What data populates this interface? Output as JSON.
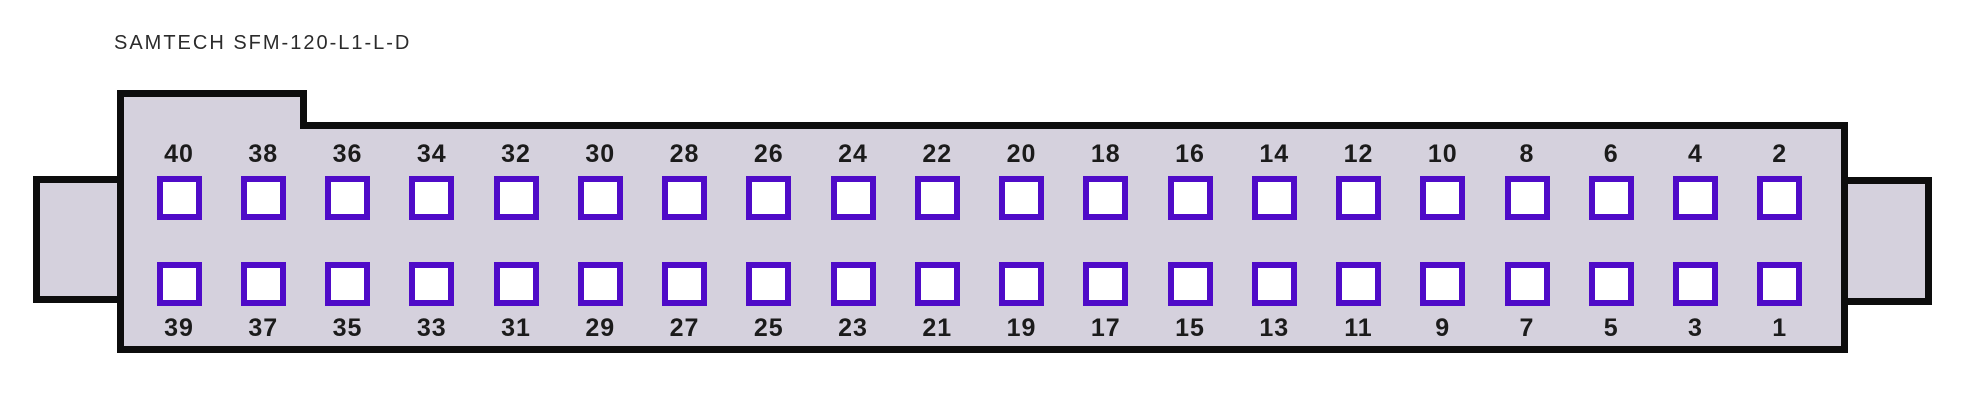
{
  "title": "SAMTECH SFM-120-L1-L-D",
  "connector": {
    "rows": 2,
    "columns": 20,
    "top_row_pins": [
      "40",
      "38",
      "36",
      "34",
      "32",
      "30",
      "28",
      "26",
      "24",
      "22",
      "20",
      "18",
      "16",
      "14",
      "12",
      "10",
      "8",
      "6",
      "4",
      "2"
    ],
    "bottom_row_pins": [
      "39",
      "37",
      "35",
      "33",
      "31",
      "29",
      "27",
      "25",
      "23",
      "21",
      "19",
      "17",
      "15",
      "13",
      "11",
      "9",
      "7",
      "5",
      "3",
      "1"
    ],
    "colors": {
      "body_fill": "#d5d1dd",
      "outline": "#0d0d0d",
      "pin_border": "#4f0bc8",
      "pin_fill": "#ffffff",
      "pin_label": "#1b1b1b",
      "title_text": "#2b2b2b"
    }
  }
}
